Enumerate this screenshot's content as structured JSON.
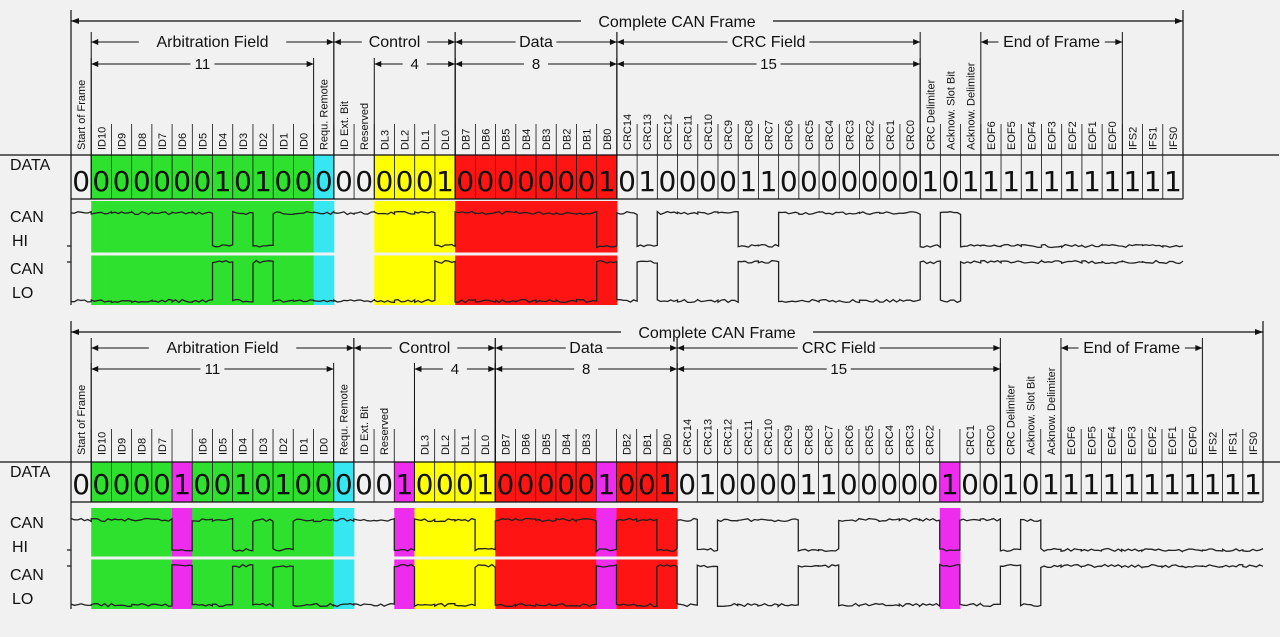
{
  "signal_labels": {
    "data": "DATA",
    "can_hi": [
      "CAN",
      "HI"
    ],
    "can_lo": [
      "CAN",
      "LO"
    ]
  },
  "colors": {
    "arbitration": "#2ee12e",
    "rtr": "#36e6f0",
    "control": "#ffff00",
    "data": "#ff1414",
    "stuff": "#ee2cee",
    "line": "#111111",
    "wave": "#222222"
  },
  "frames": [
    {
      "frame_title": "Complete CAN Frame",
      "sections": [
        {
          "name": "Arbitration Field",
          "count": "11",
          "color": "arbitration"
        },
        {
          "name": "Control",
          "count": "4",
          "color": "control"
        },
        {
          "name": "Data",
          "count": "8",
          "color": "data"
        },
        {
          "name": "CRC Field",
          "count": "15",
          "color": "none"
        },
        {
          "name": "End of Frame",
          "count": "",
          "color": "none"
        }
      ],
      "bits": [
        {
          "field": "Start of Frame",
          "value": "0",
          "color": "none"
        },
        {
          "field": "ID10",
          "value": "0",
          "color": "arbitration"
        },
        {
          "field": "ID9",
          "value": "0",
          "color": "arbitration"
        },
        {
          "field": "ID8",
          "value": "0",
          "color": "arbitration"
        },
        {
          "field": "ID7",
          "value": "0",
          "color": "arbitration"
        },
        {
          "field": "ID6",
          "value": "0",
          "color": "arbitration"
        },
        {
          "field": "ID5",
          "value": "0",
          "color": "arbitration"
        },
        {
          "field": "ID4",
          "value": "1",
          "color": "arbitration"
        },
        {
          "field": "ID3",
          "value": "0",
          "color": "arbitration"
        },
        {
          "field": "ID2",
          "value": "1",
          "color": "arbitration"
        },
        {
          "field": "ID1",
          "value": "0",
          "color": "arbitration"
        },
        {
          "field": "ID0",
          "value": "0",
          "color": "arbitration"
        },
        {
          "field": "Requ. Remote",
          "value": "0",
          "color": "rtr"
        },
        {
          "field": "ID Ext. Bit",
          "value": "0",
          "color": "none"
        },
        {
          "field": "Reserved",
          "value": "0",
          "color": "none"
        },
        {
          "field": "DL3",
          "value": "0",
          "color": "control"
        },
        {
          "field": "DL2",
          "value": "0",
          "color": "control"
        },
        {
          "field": "DL1",
          "value": "0",
          "color": "control"
        },
        {
          "field": "DL0",
          "value": "1",
          "color": "control"
        },
        {
          "field": "DB7",
          "value": "0",
          "color": "data"
        },
        {
          "field": "DB6",
          "value": "0",
          "color": "data"
        },
        {
          "field": "DB5",
          "value": "0",
          "color": "data"
        },
        {
          "field": "DB4",
          "value": "0",
          "color": "data"
        },
        {
          "field": "DB3",
          "value": "0",
          "color": "data"
        },
        {
          "field": "DB2",
          "value": "0",
          "color": "data"
        },
        {
          "field": "DB1",
          "value": "0",
          "color": "data"
        },
        {
          "field": "DB0",
          "value": "1",
          "color": "data"
        },
        {
          "field": "CRC14",
          "value": "0",
          "color": "none"
        },
        {
          "field": "CRC13",
          "value": "1",
          "color": "none"
        },
        {
          "field": "CRC12",
          "value": "0",
          "color": "none"
        },
        {
          "field": "CRC11",
          "value": "0",
          "color": "none"
        },
        {
          "field": "CRC10",
          "value": "0",
          "color": "none"
        },
        {
          "field": "CRC9",
          "value": "0",
          "color": "none"
        },
        {
          "field": "CRC8",
          "value": "1",
          "color": "none"
        },
        {
          "field": "CRC7",
          "value": "1",
          "color": "none"
        },
        {
          "field": "CRC6",
          "value": "0",
          "color": "none"
        },
        {
          "field": "CRC5",
          "value": "0",
          "color": "none"
        },
        {
          "field": "CRC4",
          "value": "0",
          "color": "none"
        },
        {
          "field": "CRC3",
          "value": "0",
          "color": "none"
        },
        {
          "field": "CRC2",
          "value": "0",
          "color": "none"
        },
        {
          "field": "CRC1",
          "value": "0",
          "color": "none"
        },
        {
          "field": "CRC0",
          "value": "0",
          "color": "none"
        },
        {
          "field": "CRC Delimiter",
          "value": "1",
          "color": "none"
        },
        {
          "field": "Acknow. Slot Bit",
          "value": "0",
          "color": "none"
        },
        {
          "field": "Acknow. Delimiter",
          "value": "1",
          "color": "none"
        },
        {
          "field": "EOF6",
          "value": "1",
          "color": "none"
        },
        {
          "field": "EOF5",
          "value": "1",
          "color": "none"
        },
        {
          "field": "EOF4",
          "value": "1",
          "color": "none"
        },
        {
          "field": "EOF3",
          "value": "1",
          "color": "none"
        },
        {
          "field": "EOF2",
          "value": "1",
          "color": "none"
        },
        {
          "field": "EOF1",
          "value": "1",
          "color": "none"
        },
        {
          "field": "EOF0",
          "value": "1",
          "color": "none"
        },
        {
          "field": "IFS2",
          "value": "1",
          "color": "none"
        },
        {
          "field": "IFS1",
          "value": "1",
          "color": "none"
        },
        {
          "field": "IFS0",
          "value": "1",
          "color": "none"
        }
      ]
    },
    {
      "frame_title": "Complete CAN Frame",
      "sections": [
        {
          "name": "Arbitration Field",
          "count": "11",
          "color": "arbitration"
        },
        {
          "name": "Control",
          "count": "4",
          "color": "control"
        },
        {
          "name": "Data",
          "count": "8",
          "color": "data"
        },
        {
          "name": "CRC Field",
          "count": "15",
          "color": "none"
        },
        {
          "name": "End of Frame",
          "count": "",
          "color": "none"
        }
      ],
      "bits": [
        {
          "field": "Start of Frame",
          "value": "0",
          "color": "none"
        },
        {
          "field": "ID10",
          "value": "0",
          "color": "arbitration"
        },
        {
          "field": "ID9",
          "value": "0",
          "color": "arbitration"
        },
        {
          "field": "ID8",
          "value": "0",
          "color": "arbitration"
        },
        {
          "field": "ID7",
          "value": "0",
          "color": "arbitration"
        },
        {
          "field": "",
          "value": "1",
          "color": "stuff"
        },
        {
          "field": "ID6",
          "value": "0",
          "color": "arbitration"
        },
        {
          "field": "ID5",
          "value": "0",
          "color": "arbitration"
        },
        {
          "field": "ID4",
          "value": "1",
          "color": "arbitration"
        },
        {
          "field": "ID3",
          "value": "0",
          "color": "arbitration"
        },
        {
          "field": "ID2",
          "value": "1",
          "color": "arbitration"
        },
        {
          "field": "ID1",
          "value": "0",
          "color": "arbitration"
        },
        {
          "field": "ID0",
          "value": "0",
          "color": "arbitration"
        },
        {
          "field": "Requ. Remote",
          "value": "0",
          "color": "rtr"
        },
        {
          "field": "ID Ext. Bit",
          "value": "0",
          "color": "none"
        },
        {
          "field": "Reserved",
          "value": "0",
          "color": "none"
        },
        {
          "field": "",
          "value": "1",
          "color": "stuff"
        },
        {
          "field": "DL3",
          "value": "0",
          "color": "control"
        },
        {
          "field": "DL2",
          "value": "0",
          "color": "control"
        },
        {
          "field": "DL1",
          "value": "0",
          "color": "control"
        },
        {
          "field": "DL0",
          "value": "1",
          "color": "control"
        },
        {
          "field": "DB7",
          "value": "0",
          "color": "data"
        },
        {
          "field": "DB6",
          "value": "0",
          "color": "data"
        },
        {
          "field": "DB5",
          "value": "0",
          "color": "data"
        },
        {
          "field": "DB4",
          "value": "0",
          "color": "data"
        },
        {
          "field": "DB3",
          "value": "0",
          "color": "data"
        },
        {
          "field": "",
          "value": "1",
          "color": "stuff"
        },
        {
          "field": "DB2",
          "value": "0",
          "color": "data"
        },
        {
          "field": "DB1",
          "value": "0",
          "color": "data"
        },
        {
          "field": "DB0",
          "value": "1",
          "color": "data"
        },
        {
          "field": "CRC14",
          "value": "0",
          "color": "none"
        },
        {
          "field": "CRC13",
          "value": "1",
          "color": "none"
        },
        {
          "field": "CRC12",
          "value": "0",
          "color": "none"
        },
        {
          "field": "CRC11",
          "value": "0",
          "color": "none"
        },
        {
          "field": "CRC10",
          "value": "0",
          "color": "none"
        },
        {
          "field": "CRC9",
          "value": "0",
          "color": "none"
        },
        {
          "field": "CRC8",
          "value": "1",
          "color": "none"
        },
        {
          "field": "CRC7",
          "value": "1",
          "color": "none"
        },
        {
          "field": "CRC6",
          "value": "0",
          "color": "none"
        },
        {
          "field": "CRC5",
          "value": "0",
          "color": "none"
        },
        {
          "field": "CRC4",
          "value": "0",
          "color": "none"
        },
        {
          "field": "CRC3",
          "value": "0",
          "color": "none"
        },
        {
          "field": "CRC2",
          "value": "0",
          "color": "none"
        },
        {
          "field": "",
          "value": "1",
          "color": "stuff"
        },
        {
          "field": "CRC1",
          "value": "0",
          "color": "none"
        },
        {
          "field": "CRC0",
          "value": "0",
          "color": "none"
        },
        {
          "field": "CRC Delimiter",
          "value": "1",
          "color": "none"
        },
        {
          "field": "Acknow. Slot Bit",
          "value": "0",
          "color": "none"
        },
        {
          "field": "Acknow. Delimiter",
          "value": "1",
          "color": "none"
        },
        {
          "field": "EOF6",
          "value": "1",
          "color": "none"
        },
        {
          "field": "EOF5",
          "value": "1",
          "color": "none"
        },
        {
          "field": "EOF4",
          "value": "1",
          "color": "none"
        },
        {
          "field": "EOF3",
          "value": "1",
          "color": "none"
        },
        {
          "field": "EOF2",
          "value": "1",
          "color": "none"
        },
        {
          "field": "EOF1",
          "value": "1",
          "color": "none"
        },
        {
          "field": "EOF0",
          "value": "1",
          "color": "none"
        },
        {
          "field": "IFS2",
          "value": "1",
          "color": "none"
        },
        {
          "field": "IFS1",
          "value": "1",
          "color": "none"
        },
        {
          "field": "IFS0",
          "value": "1",
          "color": "none"
        }
      ]
    }
  ]
}
